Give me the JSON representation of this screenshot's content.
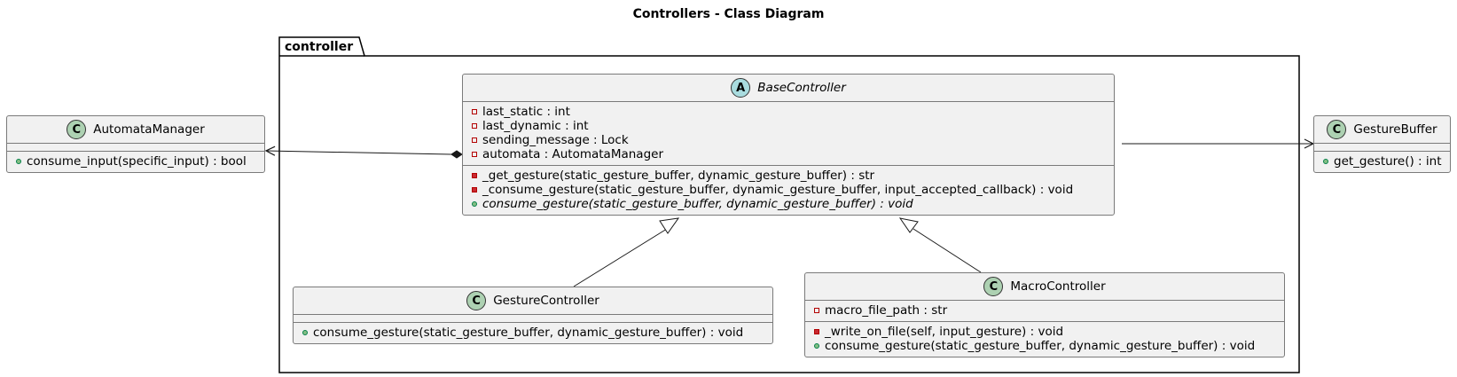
{
  "diagram": {
    "title": "Controllers - Class Diagram",
    "package": {
      "name": "controller"
    },
    "classes": {
      "automata_manager": {
        "name": "AutomataManager",
        "stereotype": "C",
        "abstract": false,
        "fields": [],
        "methods": [
          {
            "visibility": "public",
            "text": "consume_input(specific_input) : bool"
          }
        ]
      },
      "base_controller": {
        "name": "BaseController",
        "stereotype": "A",
        "abstract": true,
        "fields": [
          {
            "visibility": "private",
            "text": "last_static : int"
          },
          {
            "visibility": "private",
            "text": "last_dynamic : int"
          },
          {
            "visibility": "private",
            "text": "sending_message : Lock"
          },
          {
            "visibility": "private",
            "text": "automata : AutomataManager"
          }
        ],
        "methods": [
          {
            "visibility": "private",
            "text": "_get_gesture(static_gesture_buffer, dynamic_gesture_buffer) : str"
          },
          {
            "visibility": "private",
            "text": "_consume_gesture(static_gesture_buffer, dynamic_gesture_buffer, input_accepted_callback) : void"
          },
          {
            "visibility": "public",
            "text": "consume_gesture(static_gesture_buffer, dynamic_gesture_buffer) : void",
            "abstract": true
          }
        ]
      },
      "gesture_controller": {
        "name": "GestureController",
        "stereotype": "C",
        "abstract": false,
        "fields": [],
        "methods": [
          {
            "visibility": "public",
            "text": "consume_gesture(static_gesture_buffer, dynamic_gesture_buffer) : void"
          }
        ]
      },
      "macro_controller": {
        "name": "MacroController",
        "stereotype": "C",
        "abstract": false,
        "fields": [
          {
            "visibility": "private",
            "text": "macro_file_path : str"
          }
        ],
        "methods": [
          {
            "visibility": "private",
            "text": "_write_on_file(self, input_gesture) : void"
          },
          {
            "visibility": "public",
            "text": "consume_gesture(static_gesture_buffer, dynamic_gesture_buffer) : void"
          }
        ]
      },
      "gesture_buffer": {
        "name": "GestureBuffer",
        "stereotype": "C",
        "abstract": false,
        "fields": [],
        "methods": [
          {
            "visibility": "public",
            "text": "get_gesture() : int"
          }
        ]
      }
    },
    "relations": [
      {
        "type": "composition",
        "from": "BaseController",
        "to": "AutomataManager"
      },
      {
        "type": "association",
        "from": "BaseController",
        "to": "GestureBuffer"
      },
      {
        "type": "inheritance",
        "from": "GestureController",
        "to": "BaseController"
      },
      {
        "type": "inheritance",
        "from": "MacroController",
        "to": "BaseController"
      }
    ]
  }
}
